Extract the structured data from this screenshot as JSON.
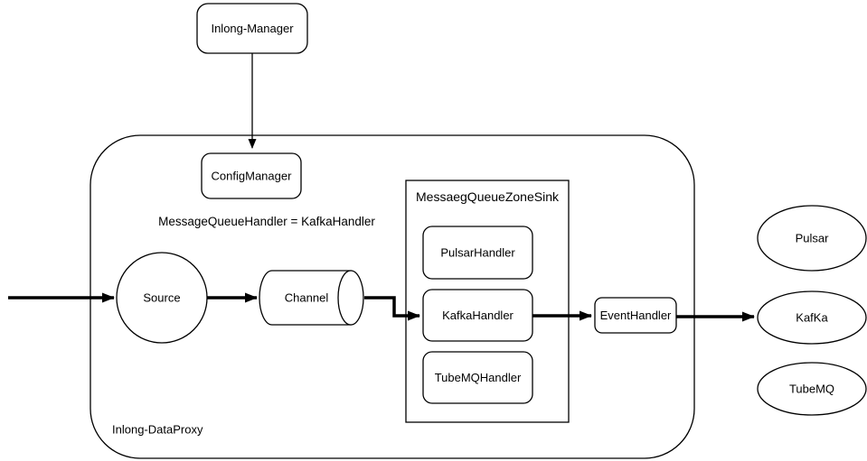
{
  "diagram": {
    "nodes": {
      "inlong_manager": "Inlong-Manager",
      "config_manager": "ConfigManager",
      "source": "Source",
      "channel": "Channel",
      "sink_title": "MessaegQueueZoneSink",
      "pulsar_handler": "PulsarHandler",
      "kafka_handler": "KafkaHandler",
      "tubemq_handler": "TubeMQHandler",
      "event_handler": "EventHandler",
      "dataproxy_label": "Inlong-DataProxy",
      "pulsar": "Pulsar",
      "kafka": "KafKa",
      "tubemq": "TubeMQ"
    },
    "annotation": "MessageQueueHandler = KafkaHandler",
    "edges": [
      {
        "from": "external-input",
        "to": "Source",
        "style": "thick"
      },
      {
        "from": "Inlong-Manager",
        "to": "ConfigManager",
        "style": "thin"
      },
      {
        "from": "Source",
        "to": "Channel",
        "style": "thick"
      },
      {
        "from": "Channel",
        "to": "KafkaHandler",
        "style": "thick-elbow"
      },
      {
        "from": "KafkaHandler",
        "to": "EventHandler",
        "style": "thick"
      },
      {
        "from": "EventHandler",
        "to": "KafKa",
        "style": "thick"
      }
    ],
    "colors": {
      "stroke": "#000000",
      "annotation": "#ff0000",
      "highlight": "#0000ff",
      "background": "#ffffff"
    }
  }
}
